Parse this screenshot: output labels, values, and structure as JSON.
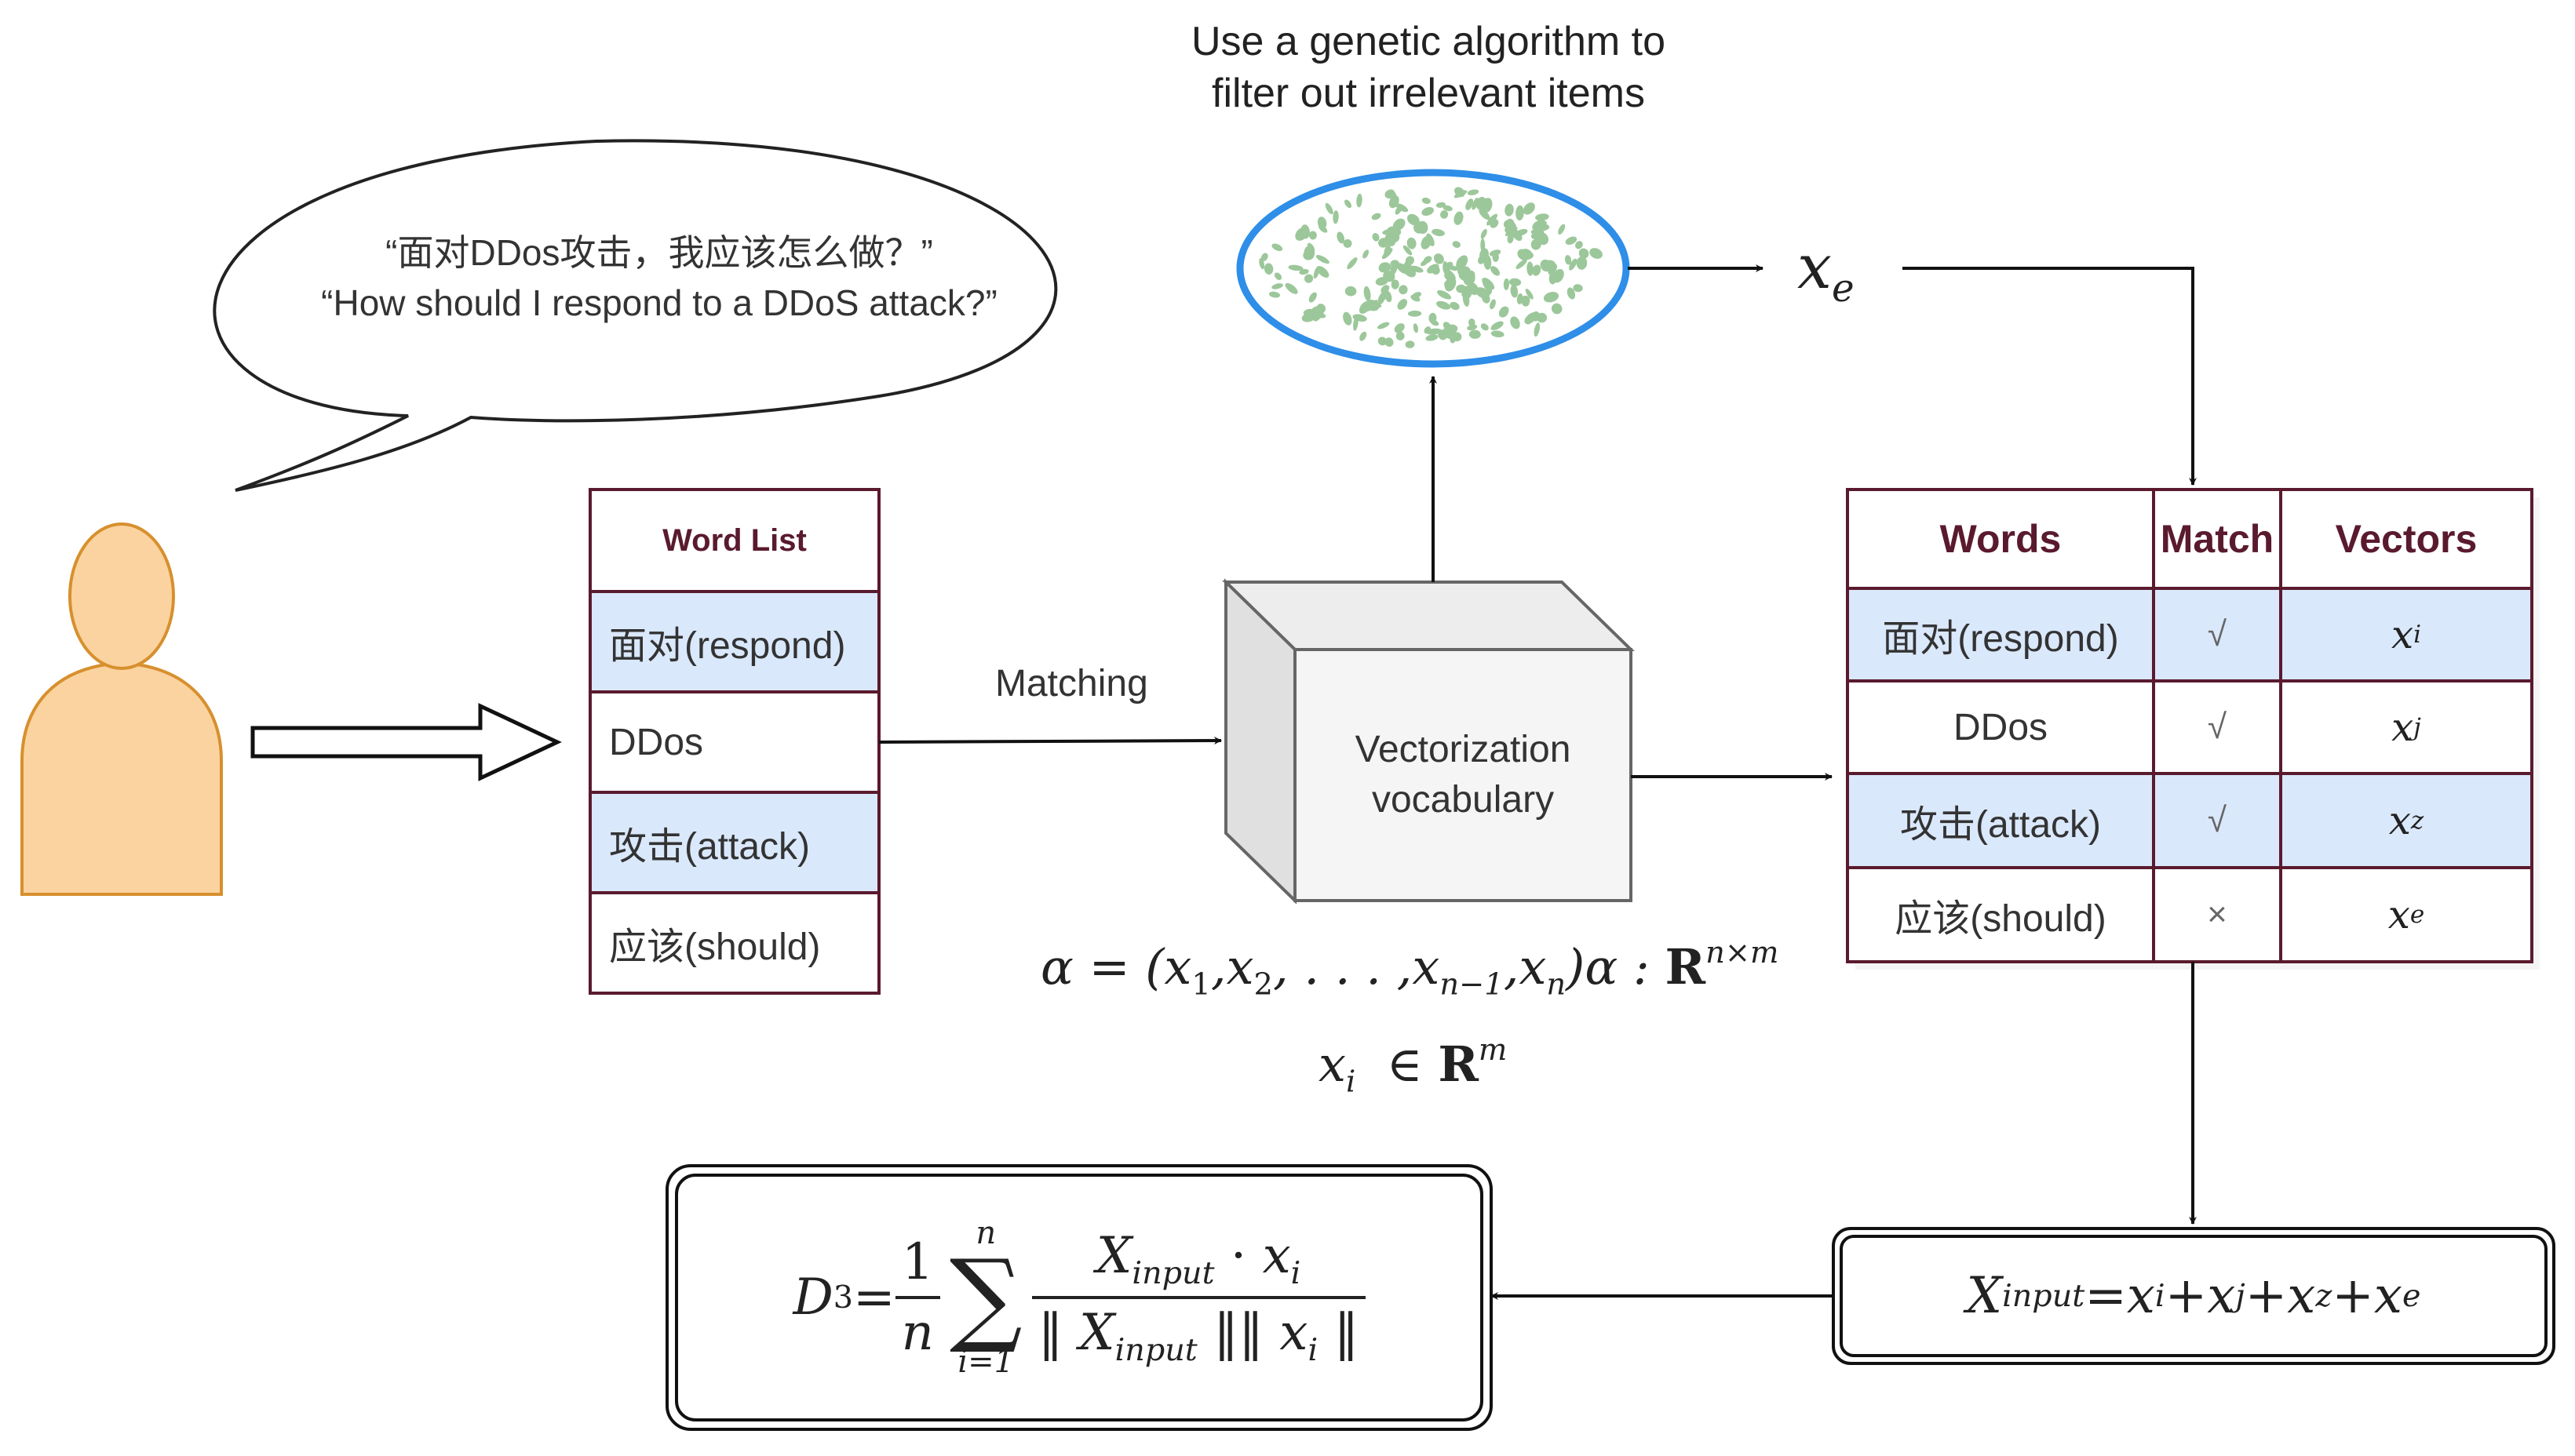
{
  "caption": {
    "line1": "Use a genetic algorithm to",
    "line2": "filter out irrelevant items"
  },
  "speech": {
    "line1": "“面对DDos攻击，我应该怎么做？”",
    "line2": "“How should I respond to a DDoS attack?”"
  },
  "word_list": {
    "title": "Word List",
    "items": [
      "面对(respond)",
      "DDos",
      "攻击(attack)",
      "应该(should)"
    ]
  },
  "matching_label": "Matching",
  "vocab_box": {
    "line1": "Vectorization",
    "line2": "vocabulary"
  },
  "xe_label": {
    "base": "x",
    "sub": "e"
  },
  "match_table": {
    "headers": [
      "Words",
      "Match",
      "Vectors"
    ],
    "rows": [
      {
        "word": "面对(respond)",
        "match": "√",
        "vec_base": "x",
        "vec_sub": "i"
      },
      {
        "word": "DDos",
        "match": "√",
        "vec_base": "x",
        "vec_sub": "j"
      },
      {
        "word": "攻击(attack)",
        "match": "√",
        "vec_base": "x",
        "vec_sub": "z"
      },
      {
        "word": "应该(should)",
        "match": "×",
        "vec_base": "x",
        "vec_sub": "e"
      }
    ]
  },
  "formulas": {
    "alpha": {
      "lhs": "α = (",
      "x": "x",
      "s1": "1",
      "s2": "2",
      "dots": ", . . . ,",
      "snm1": "n−1",
      "sn": "n",
      "close": ")",
      "alpha2": "α : ",
      "R": "R",
      "sup": "n×m",
      "comma": ","
    },
    "xi": {
      "x": "x",
      "sub": "i",
      "in": "∈",
      "R": "R",
      "sup": "m"
    },
    "xinput": {
      "X": "X",
      "sub": "input",
      "eq": " = ",
      "x": "x",
      "si": "i",
      "sj": "j",
      "sz": "z",
      "se": "e",
      "plus": " + "
    },
    "d3": {
      "D": "D",
      "D_sub": "3",
      "eq": " = ",
      "one": "1",
      "n": "n",
      "sigma": "∑",
      "sigma_top": "n",
      "sigma_bot": "i=1",
      "X": "X",
      "X_sub": "input",
      "dot": " · ",
      "x": "x",
      "x_sub": "i",
      "norm": "‖"
    }
  },
  "colors": {
    "person_fill": "#fbd3a0",
    "person_stroke": "#d7902e",
    "table_border": "#5a1a2e",
    "row_highlight": "#dae8fc",
    "ellipse_stroke": "#2e8ee8",
    "dots": "#9cc79a",
    "cube_front": "#f5f5f5",
    "cube_side": "#e6e6e6",
    "cube_stroke": "#666666"
  }
}
